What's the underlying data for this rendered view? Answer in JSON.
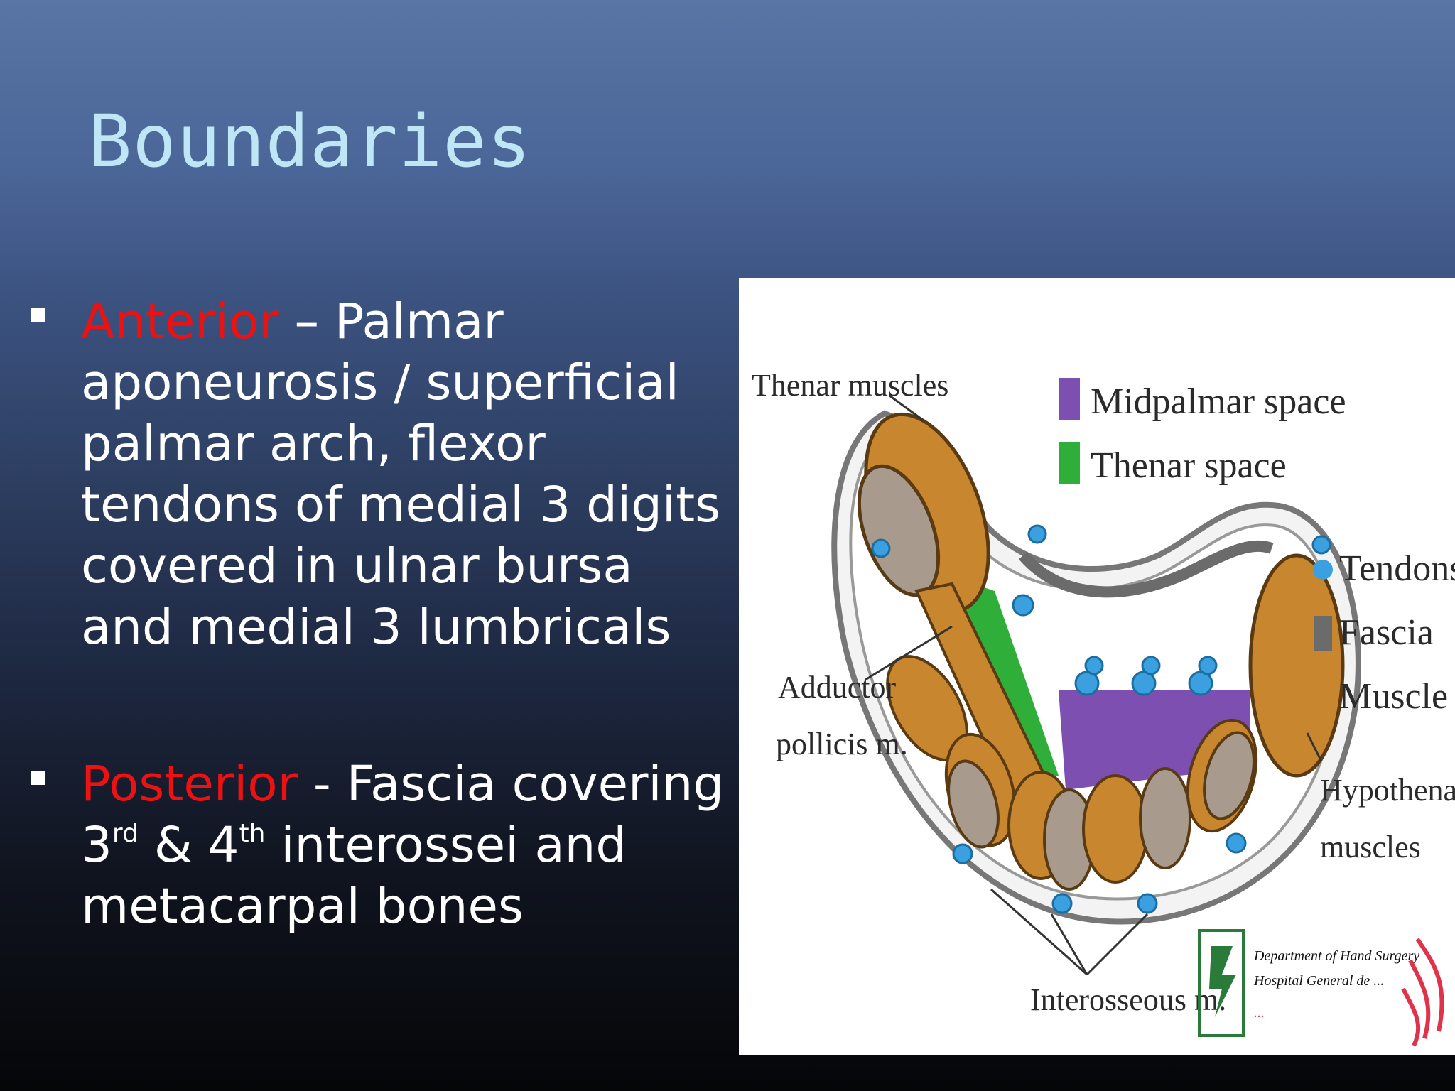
{
  "slide": {
    "title": "Boundaries",
    "bullets": [
      {
        "keyword": "Anterior",
        "text": " – Palmar aponeurosis / superficial palmar arch, flexor tendons of medial 3 digits covered in ulnar bursa and medial 3 lumbricals"
      },
      {
        "keyword": "Posterior",
        "text_before_1": "  - Fascia covering 3",
        "sup_1": "rd",
        "text_between": " & 4",
        "sup_2": "th",
        "text_after": " interossei and metacarpal bones"
      }
    ]
  },
  "figure": {
    "labels": {
      "thenar_muscles": "Thenar muscles",
      "adductor_line1": "Adductor",
      "adductor_line2": "pollicis m.",
      "hypothenar_line1": "Hypothenar",
      "hypothenar_line2": "muscles",
      "interosseous": "Interosseous m."
    },
    "legend": [
      {
        "label": "Midpalmar space",
        "color": "#7c4fb0"
      },
      {
        "label": "Thenar space",
        "color": "#2fae3a"
      },
      {
        "label": "Tendons",
        "color": "#3aa0e0"
      },
      {
        "label": "Fascia",
        "color": "#6b6b6b"
      },
      {
        "label": "Muscle",
        "color": "#c8862f"
      }
    ],
    "logo_lines": [
      "Department of Hand Surgery",
      "Hospital General de ...",
      "..."
    ]
  },
  "colors": {
    "title": "#bfe6f4",
    "keyword": "#ee1111",
    "body_text": "#ffffff",
    "muscle": "#c8862f",
    "midpalmar": "#7c4fb0",
    "thenar_space": "#2fae3a",
    "tendon": "#3aa0e0"
  }
}
